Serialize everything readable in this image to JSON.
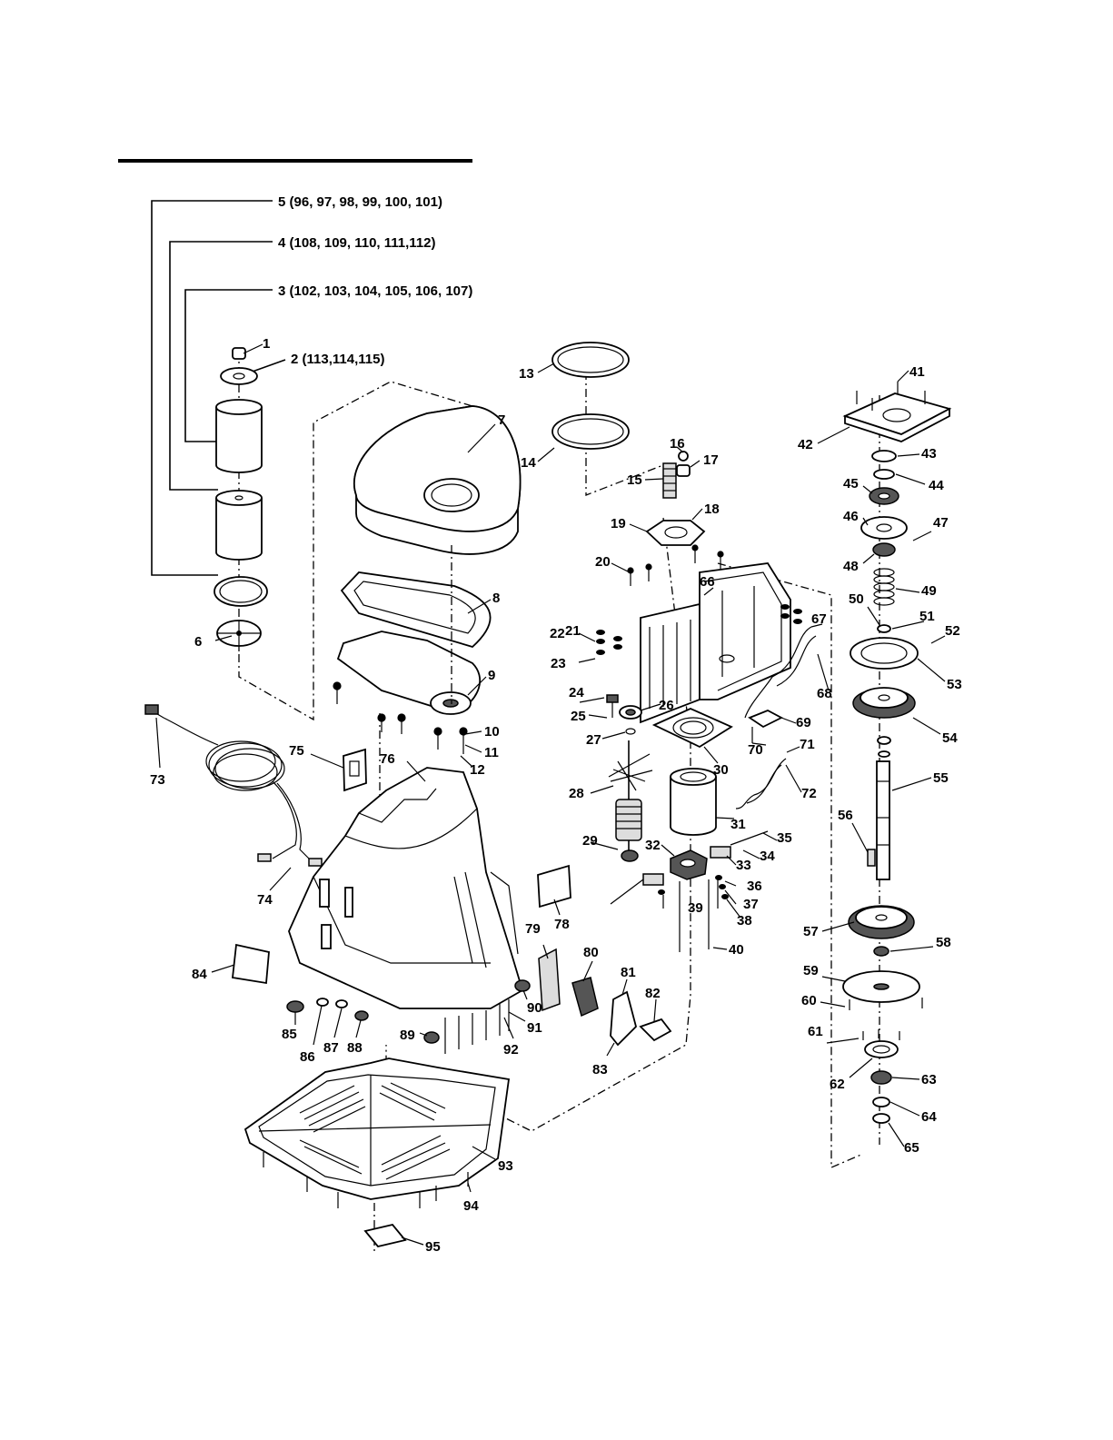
{
  "diagram": {
    "group_callouts": [
      {
        "id": "g5",
        "text": "5 (96, 97, 98, 99, 100, 101)"
      },
      {
        "id": "g4",
        "text": "4 (108, 109, 110, 111,112)"
      },
      {
        "id": "g3",
        "text": "3 (102, 103, 104, 105, 106, 107)"
      },
      {
        "id": "g2",
        "text": "2 (113,114,115)"
      }
    ],
    "part_numbers": [
      "1",
      "6",
      "7",
      "8",
      "9",
      "10",
      "11",
      "12",
      "13",
      "14",
      "15",
      "16",
      "17",
      "18",
      "19",
      "20",
      "21",
      "22",
      "23",
      "24",
      "25",
      "26",
      "27",
      "28",
      "29",
      "30",
      "31",
      "32",
      "33",
      "34",
      "35",
      "36",
      "37",
      "38",
      "39",
      "40",
      "41",
      "42",
      "43",
      "44",
      "45",
      "46",
      "47",
      "48",
      "49",
      "50",
      "51",
      "52",
      "53",
      "54",
      "55",
      "56",
      "57",
      "58",
      "59",
      "60",
      "61",
      "62",
      "63",
      "64",
      "65",
      "66",
      "67",
      "68",
      "69",
      "70",
      "71",
      "72",
      "73",
      "74",
      "75",
      "76",
      "78",
      "79",
      "80",
      "81",
      "82",
      "83",
      "84",
      "85",
      "86",
      "87",
      "88",
      "89",
      "90",
      "91",
      "92",
      "93",
      "94",
      "95"
    ]
  }
}
